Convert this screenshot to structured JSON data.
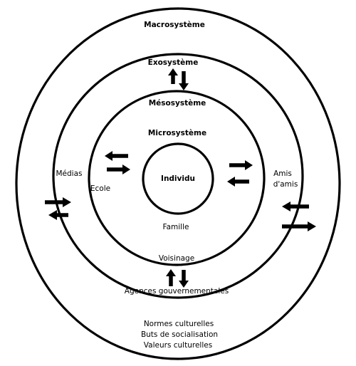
{
  "diagram": {
    "stroke_color": "#000000",
    "background": "#ffffff",
    "levels": {
      "macro": "Macrosystème",
      "exo": "Exosystème",
      "meso": "Mésosystème",
      "micro": "Microsystème",
      "individual": "Individu"
    },
    "labels": {
      "family": "Famille",
      "school": "Ecole",
      "media": "Médias",
      "friends_of_friends_line1": "Amis",
      "friends_of_friends_line2": "d'amis",
      "neighborhood": "Voisinage",
      "government_agencies": "Agences gouvernementales",
      "cultural_norms": "Normes culturelles",
      "socialization_goals": "Buts de socialisation",
      "cultural_values": "Valeurs culturelles"
    },
    "arrow_pair_count": 6
  }
}
